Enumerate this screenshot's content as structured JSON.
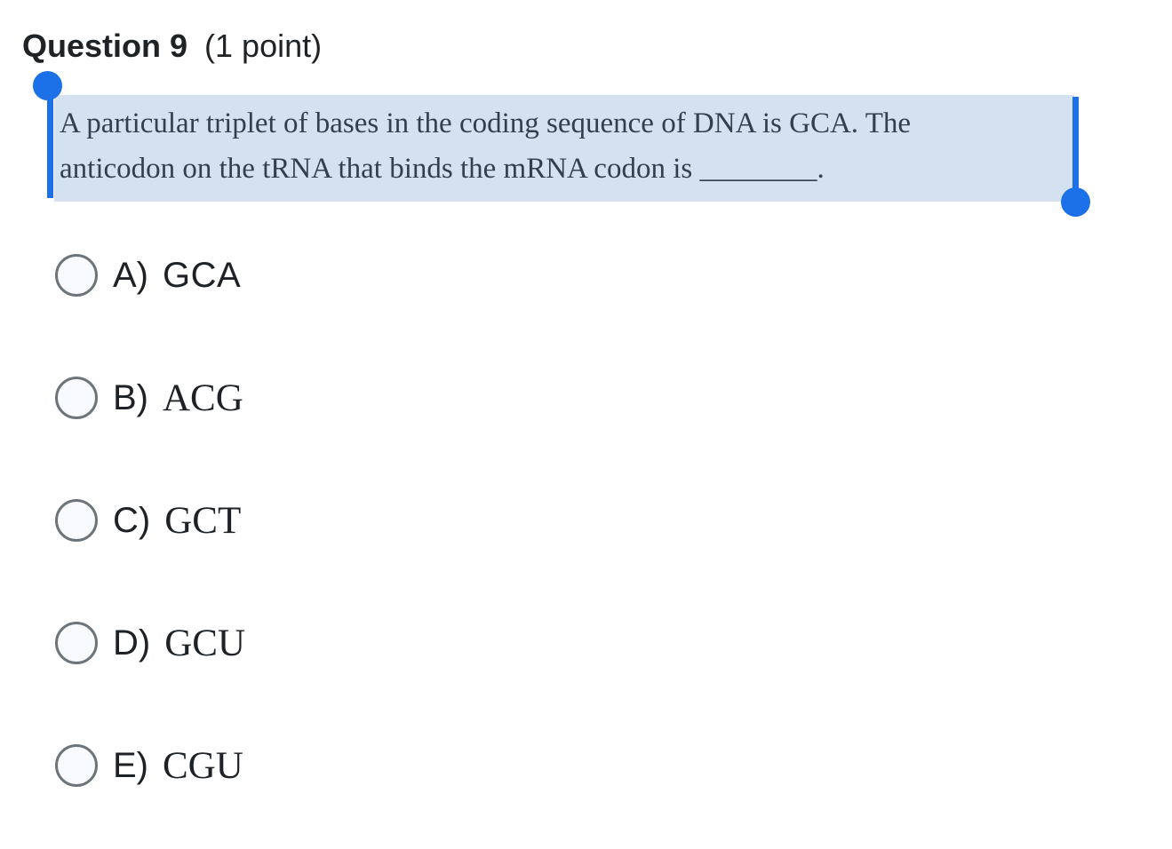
{
  "header": {
    "title": "Question 9",
    "points": "(1 point)"
  },
  "question": {
    "line1": "A particular triplet of bases in the coding sequence of DNA is GCA. The",
    "line2": "anticodon on the tRNA that binds the mRNA codon is ________.",
    "selection_state": "text selected with drag handles"
  },
  "options": [
    {
      "letter": "A)",
      "value": "GCA",
      "selected": false
    },
    {
      "letter": "B)",
      "value": "ACG",
      "selected": false
    },
    {
      "letter": "C)",
      "value": "GCT",
      "selected": false
    },
    {
      "letter": "D)",
      "value": "GCU",
      "selected": false
    },
    {
      "letter": "E)",
      "value": "CGU",
      "selected": false
    }
  ],
  "colors": {
    "selection_highlight": "#d3e1f1",
    "selection_handle_blue": "#1c70e8",
    "question_text": "#32404e",
    "option_text": "#1e2227",
    "radio_border": "#6d757b",
    "radio_fill": "#f8fafd",
    "background": "#ffffff"
  }
}
